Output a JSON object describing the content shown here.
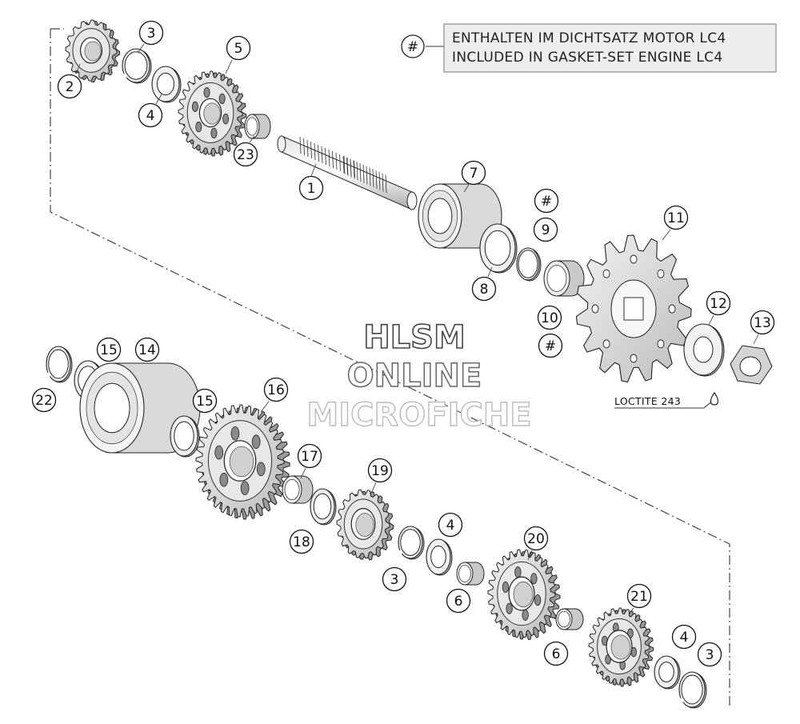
{
  "legend": {
    "symbol": "#",
    "line1": "ENTHALTEN IM DICHTSATZ MOTOR LC4",
    "line2": "INCLUDED IN GASKET-SET ENGINE LC4"
  },
  "note": {
    "loctite": "LOCTITE 243"
  },
  "watermark": {
    "line1": "HLSM",
    "line2": "ONLINE",
    "line3": "MICROFICHE"
  },
  "callouts": [
    {
      "id": "c1",
      "text": "1"
    },
    {
      "id": "c2",
      "text": "2"
    },
    {
      "id": "c3a",
      "text": "3"
    },
    {
      "id": "c4a",
      "text": "4"
    },
    {
      "id": "c5",
      "text": "5"
    },
    {
      "id": "c23",
      "text": "23"
    },
    {
      "id": "c7",
      "text": "7"
    },
    {
      "id": "c8",
      "text": "8"
    },
    {
      "id": "c9",
      "text": "9"
    },
    {
      "id": "c9h",
      "text": "#"
    },
    {
      "id": "c10",
      "text": "10"
    },
    {
      "id": "c10h",
      "text": "#"
    },
    {
      "id": "c11",
      "text": "11"
    },
    {
      "id": "c12",
      "text": "12"
    },
    {
      "id": "c13",
      "text": "13"
    },
    {
      "id": "c14",
      "text": "14"
    },
    {
      "id": "c15a",
      "text": "15"
    },
    {
      "id": "c15b",
      "text": "15"
    },
    {
      "id": "c16",
      "text": "16"
    },
    {
      "id": "c17",
      "text": "17"
    },
    {
      "id": "c18",
      "text": "18"
    },
    {
      "id": "c19",
      "text": "19"
    },
    {
      "id": "c22",
      "text": "22"
    },
    {
      "id": "c4b",
      "text": "4"
    },
    {
      "id": "c3b",
      "text": "3"
    },
    {
      "id": "c6a",
      "text": "6"
    },
    {
      "id": "c20",
      "text": "20"
    },
    {
      "id": "c21",
      "text": "21"
    },
    {
      "id": "c6b",
      "text": "6"
    },
    {
      "id": "c4c",
      "text": "4"
    },
    {
      "id": "c3c",
      "text": "3"
    }
  ]
}
